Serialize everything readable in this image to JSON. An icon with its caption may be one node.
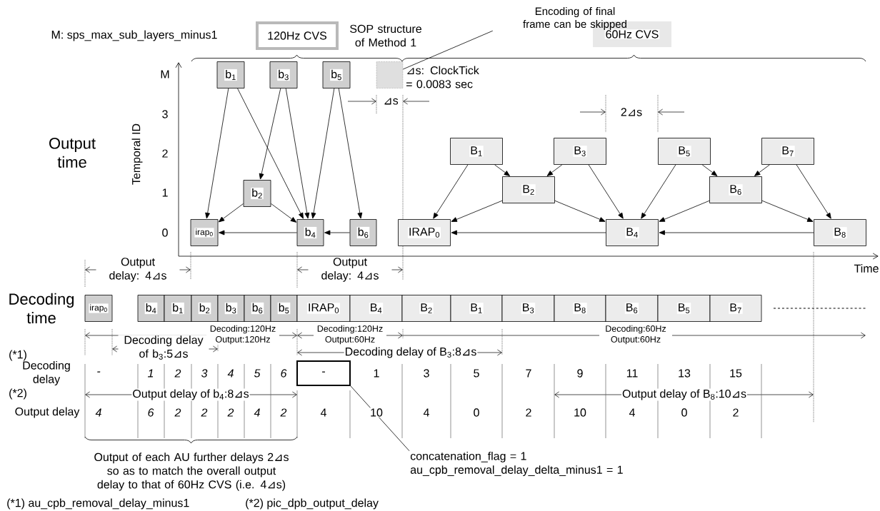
{
  "diagram": {
    "nodes": [
      {
        "text": [
          "120Hz CVS"
        ]
      },
      {
        "text": [
          "60Hz CVS"
        ]
      },
      {
        "text": [
          "b$_{1}$"
        ]
      },
      {
        "text": [
          "b$_{3}$"
        ]
      },
      {
        "text": [
          "b$_{5}$"
        ]
      },
      {
        "text": [],
        "shape": "box"
      },
      {
        "text": [
          "b$_{2}$"
        ]
      },
      {
        "text": [
          "irap$_{0}$"
        ]
      },
      {
        "text": [
          "b$_{4}$"
        ]
      },
      {
        "text": [
          "b$_{6}$"
        ]
      },
      {
        "text": [
          "B$_{1}$"
        ]
      },
      {
        "text": [
          "B$_{3}$"
        ]
      },
      {
        "text": [
          "B$_{5}$"
        ]
      },
      {
        "text": [
          "B$_{7}$"
        ]
      },
      {
        "text": [
          "B$_{2}$"
        ]
      },
      {
        "text": [
          "B$_{6}$"
        ]
      },
      {
        "text": [
          "IRAP$_{0}$"
        ]
      },
      {
        "text": [
          "B$_{4}$"
        ]
      },
      {
        "text": [
          "B$_{8}$"
        ]
      },
      {
        "text": [
          "Encoding of final frame can be skipped"
        ]
      },
      {
        "text": [
          "irap$_{0}$"
        ]
      },
      {
        "text": [
          "b$_{4}$"
        ]
      },
      {
        "text": [
          "b$_{1}$"
        ]
      },
      {
        "text": [
          "b$_{2}$"
        ]
      },
      {
        "text": [
          "b$_{3}$"
        ]
      },
      {
        "text": [
          "b$_{6}$"
        ]
      },
      {
        "text": [
          "b$_{5}$"
        ]
      },
      {
        "text": [
          "IRAP$_{0}$"
        ]
      },
      {
        "text": [
          "B$_{4}$"
        ]
      },
      {
        "text": [
          "B$_{2}$"
        ]
      },
      {
        "text": [
          "B$_{1}$"
        ]
      },
      {
        "text": [
          "B$_{3}$"
        ]
      },
      {
        "text": [
          "B$_{8}$"
        ]
      },
      {
        "text": [
          "B$_{6}$"
        ]
      },
      {
        "text": [
          "B$_{5}$"
        ]
      },
      {
        "text": [
          "B$_{7}$"
        ]
      },
      {
        "text": [
          "-"
        ]
      },
      {
        "text": [
          "concatenation_flag = 1 au_cpb_removal_delay_delta_minus1 = 1"
        ]
      }
    ],
    "edges": [
      {
        "from": 2,
        "to": 7,
        "arrow": "to"
      },
      {
        "from": 2,
        "to": 8,
        "arrow": "to"
      },
      {
        "from": 3,
        "to": 6,
        "arrow": "to"
      },
      {
        "from": 3,
        "to": 8,
        "arrow": "to"
      },
      {
        "from": 4,
        "to": 8,
        "arrow": "to"
      },
      {
        "from": 4,
        "to": 9,
        "arrow": "to"
      },
      {
        "from": 6,
        "to": 7,
        "arrow": "to"
      },
      {
        "from": 6,
        "to": 8,
        "arrow": "to"
      },
      {
        "from": 8,
        "to": 7,
        "arrow": "to"
      },
      {
        "from": 9,
        "to": 8,
        "arrow": "to"
      },
      {
        "from": 10,
        "to": 16,
        "arrow": "to"
      },
      {
        "from": 10,
        "to": 14,
        "arrow": "to"
      },
      {
        "from": 11,
        "to": 14,
        "arrow": "to"
      },
      {
        "from": 11,
        "to": 17,
        "arrow": "to"
      },
      {
        "from": 12,
        "to": 17,
        "arrow": "to"
      },
      {
        "from": 12,
        "to": 15,
        "arrow": "to"
      },
      {
        "from": 13,
        "to": 15,
        "arrow": "to"
      },
      {
        "from": 13,
        "to": 18,
        "arrow": "to"
      },
      {
        "from": 14,
        "to": 16,
        "arrow": "to"
      },
      {
        "from": 14,
        "to": 17,
        "arrow": "to"
      },
      {
        "from": 15,
        "to": 17,
        "arrow": "to"
      },
      {
        "from": 15,
        "to": 18,
        "arrow": "to"
      },
      {
        "from": 17,
        "to": 16,
        "arrow": "to"
      },
      {
        "from": 18,
        "to": 17,
        "arrow": "to"
      },
      {
        "from": 19,
        "to": 5,
        "arrow": "none"
      },
      {
        "from": 37,
        "to": 36,
        "arrow": "none"
      }
    ],
    "labels": [
      "M: sps_max_sub_layers_minus1",
      "SOP structure of Method 1",
      "M",
      "⊿s: ClockTick = 0.0083 sec",
      "⊿s",
      "3",
      "2⊿s",
      "Output time",
      "Temporal ID",
      "2",
      "1",
      "0",
      "Output delay: 4⊿s",
      "Output delay: 4⊿s",
      "Time",
      "Decoding time",
      "Decoding:120Hz Output:120Hz",
      "Decoding:120Hz Output:60Hz",
      "Decoding delay of b$_{3}$:5⊿s",
      "Decoding:60Hz Output:60Hz",
      "(*1)",
      "Decoding delay of B$_{3}$:8⊿s",
      "Decoding delay",
      "-",
      "1",
      "2",
      "3",
      "4",
      "5",
      "6",
      "1",
      "3",
      "5",
      "7",
      "9",
      "11",
      "13",
      "15",
      "(*2)",
      "Output delay of b$_{4}$:8⊿s",
      "Output delay of B$_{8}$:10⊿s",
      "Output delay",
      "4",
      "6",
      "2",
      "2",
      "2",
      "4",
      "2",
      "4",
      "10",
      "4",
      "0",
      "2",
      "10",
      "4",
      "0",
      "2",
      "Output of each AU further delays 2⊿s so as to match the overall output delay to that of 60Hz CVS (i.e. 4⊿s)",
      "(*1) au_cpb_removal_delay_minus1",
      "(*2) pic_dpb_output_delay"
    ]
  }
}
